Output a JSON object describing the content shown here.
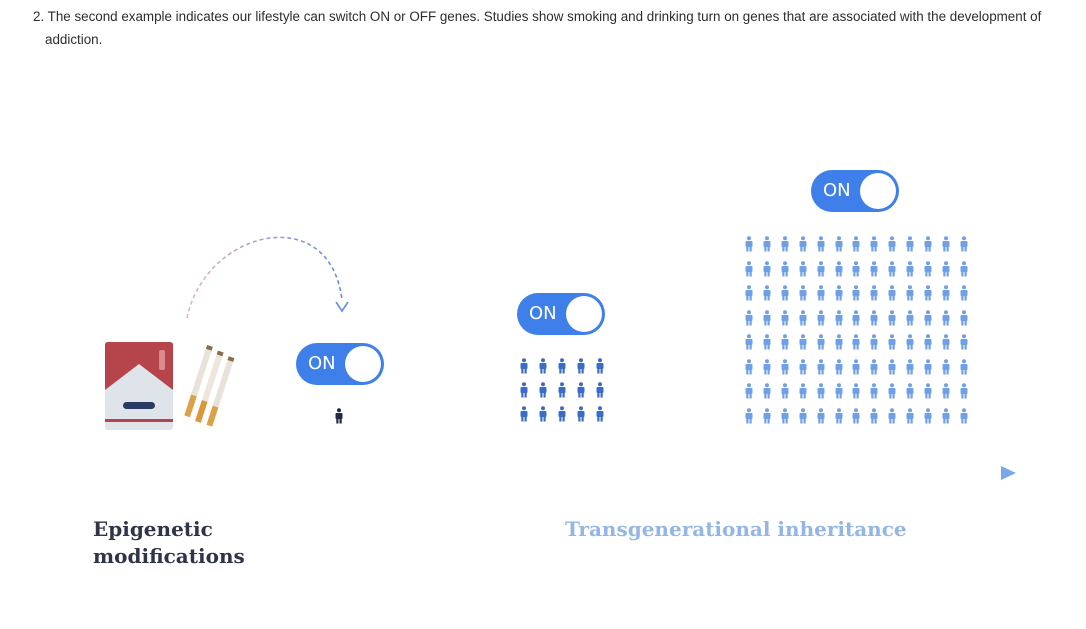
{
  "intro": {
    "line1": "2. The second example indicates our lifestyle can switch ON or OFF genes. Studies show smoking and drinking turn on genes that are associated with the development of",
    "line2": "addiction."
  },
  "toggles": {
    "small": "ON",
    "medium": "ON",
    "large": "ON"
  },
  "labels": {
    "epigenetic_line1": "Epigenetic",
    "epigenetic_line2": "modifications",
    "transgenerational": "Transgenerational inheritance"
  },
  "colors": {
    "toggle_blue": "#3f7fe9",
    "person_dark": "#1f2a44",
    "person_mid": "#3b6bc4",
    "person_light": "#6fa0e6",
    "arrow": "#6d9ce0",
    "pack_red": "#b5454b"
  },
  "icons": [
    "cigarette-pack-icon",
    "cigarette-icon",
    "person-icon",
    "timeline-arrow-icon",
    "dashed-curved-arrow-icon"
  ]
}
